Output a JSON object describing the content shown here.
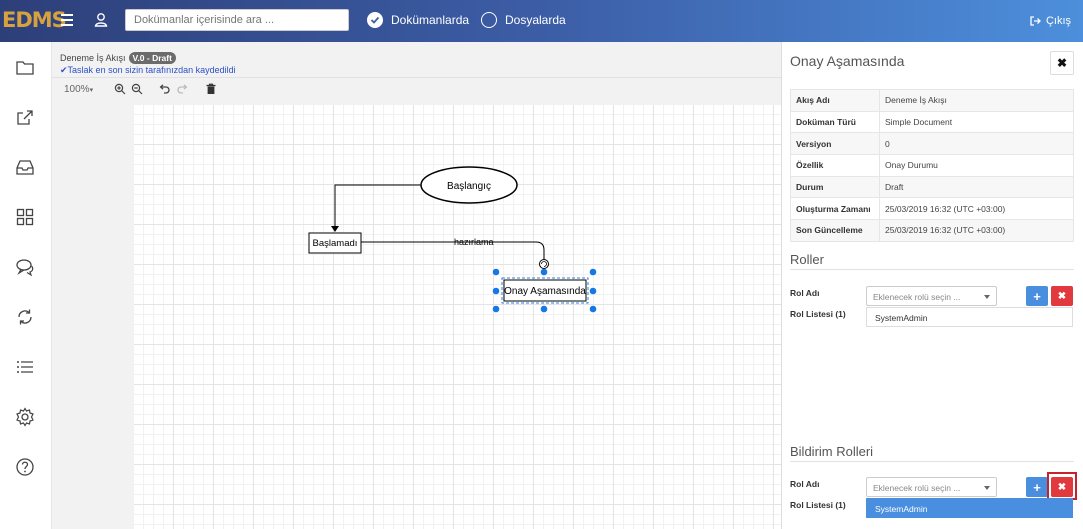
{
  "app": {
    "logo": "EDMS",
    "logo_color": "#d6a23d",
    "accent": "#4a8ee0",
    "danger": "#e0393e"
  },
  "header": {
    "search_placeholder": "Dokümanlar içerisinde ara ...",
    "scope_options": [
      {
        "label": "Dokümanlarda",
        "selected": true
      },
      {
        "label": "Dosyalarda",
        "selected": false
      }
    ],
    "logout_label": "Çıkış"
  },
  "sidebar": {
    "icons": [
      "folder-icon",
      "share-icon",
      "inbox-icon",
      "apps-icon",
      "chat-icon",
      "sync-icon",
      "list-icon",
      "settings-icon",
      "help-icon"
    ]
  },
  "editor": {
    "workflow_name": "Deneme İş Akışı",
    "version_badge": "V.0 - Draft",
    "saved_note": "Taslak en son sizin tarafınızdan kaydedildi",
    "zoom_level": "100%"
  },
  "diagram": {
    "nodes": {
      "start": "Başlangıç",
      "not_started": "Başlamadı",
      "approval": "Onay Aşamasında"
    },
    "edge_label": "hazırlama"
  },
  "panel": {
    "title": "Onay Aşamasında",
    "close_label": "✖",
    "info": [
      {
        "key": "Akış Adı",
        "value": "Deneme İş Akışı"
      },
      {
        "key": "Doküman Türü",
        "value": "Simple Document"
      },
      {
        "key": "Versiyon",
        "value": "0"
      },
      {
        "key": "Özellik",
        "value": "Onay Durumu"
      },
      {
        "key": "Durum",
        "value": "Draft"
      },
      {
        "key": "Oluşturma Zamanı",
        "value": "25/03/2019 16:32 (UTC +03:00)"
      },
      {
        "key": "Son Güncelleme",
        "value": "25/03/2019 16:32 (UTC +03:00)"
      }
    ],
    "roles": {
      "title": "Roller",
      "role_label": "Rol Adı",
      "select_placeholder": "Eklenecek rolü seçin ...",
      "list_label": "Rol Listesi (1)",
      "items": [
        "SystemAdmin"
      ],
      "add_label": "+",
      "delete_label": "✖"
    },
    "notify_roles": {
      "title": "Bildirim Rolleri",
      "role_label": "Rol Adı",
      "select_placeholder": "Eklenecek rolü seçin ...",
      "list_label": "Rol Listesi (1)",
      "items": [
        "SystemAdmin"
      ],
      "add_label": "+",
      "delete_label": "✖"
    }
  }
}
